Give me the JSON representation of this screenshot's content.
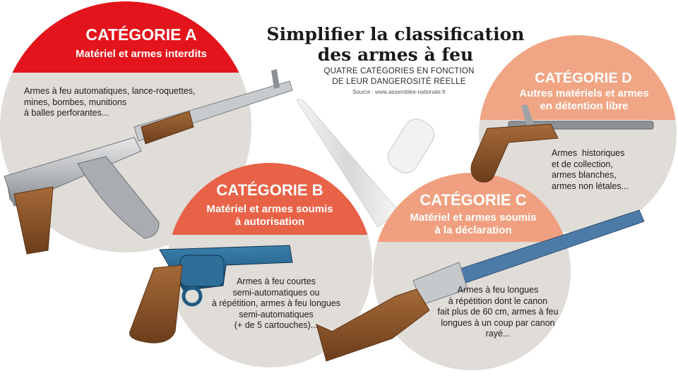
{
  "header": {
    "title_line1": "Simplifier la classification",
    "title_line2": "des armes à feu",
    "subtitle_line1": "QUATRE CATÉGORIES EN FONCTION",
    "subtitle_line2": "DE LEUR DANGEROSITÉ RÉELLE",
    "source": "Source : www.assemblée-nationale.fr"
  },
  "colors": {
    "cat_a": "#e3141b",
    "cat_b": "#e86247",
    "cat_c": "#f0a080",
    "cat_d": "#f0a585",
    "disc": "#e0dcd8"
  },
  "categories": [
    {
      "title": "CATÉGORIE A",
      "subtitle": "Matériel et armes interdits",
      "lines": [
        "Armes à feu automatiques, lance-roquettes,",
        "mines, bombes, munitions",
        "à balles perforantes..."
      ],
      "icon": "assault-rifle-icon"
    },
    {
      "title": "CATÉGORIE B",
      "subtitle_lines": [
        "Matériel et armes soumis",
        "à autorisation"
      ],
      "lines": [
        "Armes à feu courtes",
        "semi-automatiques ou",
        "à répétition, armes à feu longues",
        "semi-automatiques",
        "(+ de 5 cartouches)..."
      ],
      "icon": "revolver-icon"
    },
    {
      "title": "CATÉGORIE C",
      "subtitle_lines": [
        "Matériel et armes soumis",
        "à la déclaration"
      ],
      "lines": [
        "Armes à feu longues",
        "à répétition dont le canon",
        "fait plus de 60 cm, armes à feu",
        "longues à un coup par canon rayé..."
      ],
      "icon": "shotgun-icon"
    },
    {
      "title": "CATÉGORIE D",
      "subtitle_lines": [
        "Autres matériels et armes",
        "en détention libre"
      ],
      "lines": [
        "Armes  historiques",
        "et de collection,",
        "armes blanches,",
        "armes non létales..."
      ],
      "icon": "flintlock-pistol-icon"
    }
  ]
}
